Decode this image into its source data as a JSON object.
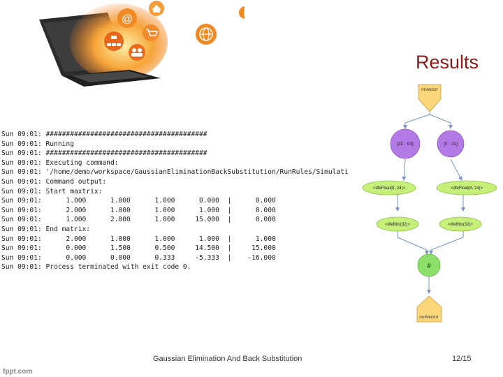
{
  "slide": {
    "title": "Results",
    "footer_title": "Gaussian  Elimination And Back Substitution",
    "page_number": "12/15",
    "watermark": "fppt.com"
  },
  "console": {
    "lines": [
      "Sun 09:01: ########################################",
      "Sun 09:01: Running",
      "Sun 09:01: ########################################",
      "Sun 09:01: Executing command:",
      "Sun 09:01: '/home/demo/workspace/GaussianEliminationBackSubstitution/RunRules/Simulati",
      "Sun 09:01: Command output:",
      "Sun 09:01: Start maxtrix:",
      "Sun 09:01:      1.000      1.000      1.000      0.000  |      0.000",
      "Sun 09:01:      2.000      1.000      1.000      1.000  |      0.000",
      "Sun 09:01:      1.000      2.000      1.000     15.000  |      0.000",
      "Sun 09:01: End matrix:",
      "Sun 09:01:      2.000      1.000      1.000      1.000  |      1.000",
      "Sun 09:01:      0.000      1.500      0.500     14.500  |     15.000",
      "Sun 09:01:      0.000      0.000      0.333     -5.333  |    -16.000",
      "Sun 09:01: Process terminated with exit code 0."
    ]
  },
  "graph": {
    "input": "inVector",
    "slice_left": "[32 : 63]",
    "slice_right": "[0 : 31]",
    "float_left": "<dfeFloat(8, 24)>",
    "float_right": "<dfeFloat(8, 24)>",
    "bits_left": "<dfeBits(32)>",
    "bits_right": "<dfeBits(32)>",
    "concat": "#",
    "output": "outVector"
  },
  "colors": {
    "title": "#8b1a1a",
    "io_node": "#fcd67a",
    "slice_node": "#b47be6",
    "type_node": "#c6f07a",
    "concat_node": "#8de06a",
    "edge": "#7a93c4"
  }
}
